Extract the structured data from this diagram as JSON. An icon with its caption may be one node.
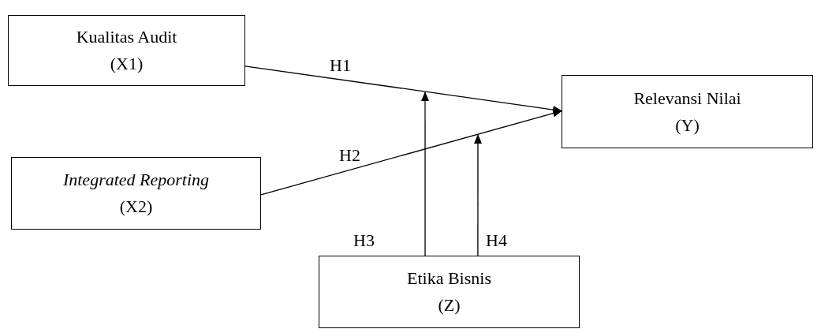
{
  "diagram": {
    "nodes": [
      {
        "text": [
          "Kualitas Audit",
          "(X1)"
        ]
      },
      {
        "text": [
          "*Integrated Reporting*",
          "(X2)"
        ]
      },
      {
        "text": [
          "Relevansi Nilai",
          "(Y)"
        ]
      },
      {
        "text": [
          "Etika Bisnis",
          "(Z)"
        ]
      }
    ],
    "edges": [
      {
        "from": 0,
        "to": 2,
        "arrow": "to",
        "label": "H1"
      },
      {
        "from": 1,
        "to": 2,
        "arrow": "to",
        "label": "H2"
      },
      {
        "from": 3,
        "to": null,
        "arrow": "to",
        "label": "H3"
      },
      {
        "from": 3,
        "to": null,
        "arrow": "to",
        "label": "H4"
      }
    ]
  }
}
